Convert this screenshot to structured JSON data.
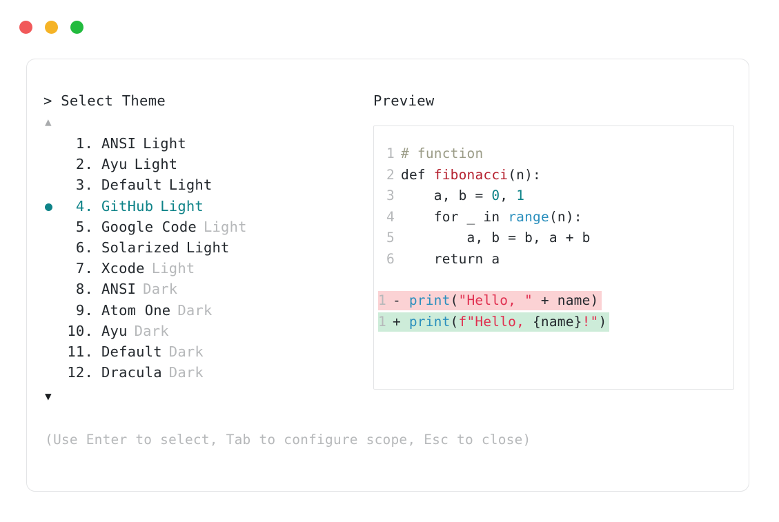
{
  "window": {
    "traffic_lights": [
      {
        "name": "close",
        "color": "#f1595a"
      },
      {
        "name": "minimize",
        "color": "#f5b326"
      },
      {
        "name": "zoom",
        "color": "#22bb3e"
      }
    ]
  },
  "accent_color": "#0e8388",
  "left": {
    "prompt": "> Select Theme",
    "scroll_up_icon": "▲",
    "scroll_down_icon": "▼",
    "selected_bullet_icon": "●",
    "selected_index": 4,
    "items": [
      {
        "index": "1.",
        "name": "ANSI",
        "variant": "Light",
        "variant_dim": false,
        "selected": false
      },
      {
        "index": "2.",
        "name": "Ayu",
        "variant": "Light",
        "variant_dim": false,
        "selected": false
      },
      {
        "index": "3.",
        "name": "Default",
        "variant": "Light",
        "variant_dim": false,
        "selected": false
      },
      {
        "index": "4.",
        "name": "GitHub",
        "variant": "Light",
        "variant_dim": false,
        "selected": true
      },
      {
        "index": "5.",
        "name": "Google Code",
        "variant": "Light",
        "variant_dim": true,
        "selected": false
      },
      {
        "index": "6.",
        "name": "Solarized",
        "variant": "Light",
        "variant_dim": false,
        "selected": false
      },
      {
        "index": "7.",
        "name": "Xcode",
        "variant": "Light",
        "variant_dim": true,
        "selected": false
      },
      {
        "index": "8.",
        "name": "ANSI",
        "variant": "Dark",
        "variant_dim": true,
        "selected": false
      },
      {
        "index": "9.",
        "name": "Atom One",
        "variant": "Dark",
        "variant_dim": true,
        "selected": false
      },
      {
        "index": "10.",
        "name": "Ayu",
        "variant": "Dark",
        "variant_dim": true,
        "selected": false
      },
      {
        "index": "11.",
        "name": "Default",
        "variant": "Dark",
        "variant_dim": true,
        "selected": false
      },
      {
        "index": "12.",
        "name": "Dracula",
        "variant": "Dark",
        "variant_dim": true,
        "selected": false
      }
    ],
    "hint": "(Use Enter to select, Tab to configure scope, Esc to close)"
  },
  "right": {
    "label": "Preview",
    "code_lines": [
      {
        "ln": "1",
        "tokens": [
          {
            "t": "# function",
            "c": "c-comment"
          }
        ]
      },
      {
        "ln": "2",
        "tokens": [
          {
            "t": "def ",
            "c": "c-plain"
          },
          {
            "t": "fibonacci",
            "c": "c-func"
          },
          {
            "t": "(n):",
            "c": "c-plain"
          }
        ]
      },
      {
        "ln": "3",
        "tokens": [
          {
            "t": "    a, b = ",
            "c": "c-plain"
          },
          {
            "t": "0",
            "c": "c-num"
          },
          {
            "t": ", ",
            "c": "c-plain"
          },
          {
            "t": "1",
            "c": "c-num"
          }
        ]
      },
      {
        "ln": "4",
        "tokens": [
          {
            "t": "    for _ in ",
            "c": "c-plain"
          },
          {
            "t": "range",
            "c": "c-builtin"
          },
          {
            "t": "(n):",
            "c": "c-plain"
          }
        ]
      },
      {
        "ln": "5",
        "tokens": [
          {
            "t": "        a, b = b, a + b",
            "c": "c-plain"
          }
        ]
      },
      {
        "ln": "6",
        "tokens": [
          {
            "t": "    return a",
            "c": "c-plain"
          }
        ]
      }
    ],
    "diff_lines": [
      {
        "ln": "1",
        "kind": "minus",
        "sign": "- ",
        "tokens": [
          {
            "t": "print",
            "c": "c-builtin"
          },
          {
            "t": "(",
            "c": "c-plain"
          },
          {
            "t": "\"Hello, \"",
            "c": "c-str"
          },
          {
            "t": " + name)",
            "c": "c-plain"
          }
        ]
      },
      {
        "ln": "1",
        "kind": "plus",
        "sign": "+ ",
        "tokens": [
          {
            "t": "print",
            "c": "c-builtin"
          },
          {
            "t": "(",
            "c": "c-plain"
          },
          {
            "t": "f\"Hello, ",
            "c": "c-str"
          },
          {
            "t": "{name}",
            "c": "c-plain"
          },
          {
            "t": "!\"",
            "c": "c-str"
          },
          {
            "t": ")",
            "c": "c-plain"
          }
        ]
      }
    ]
  }
}
